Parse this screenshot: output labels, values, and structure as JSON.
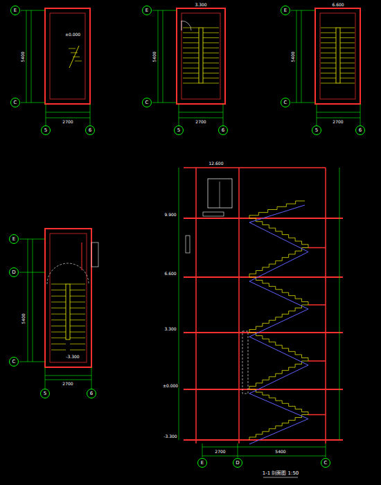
{
  "diagram": {
    "caption": "1-1 剖面图 1:50",
    "nodes": [
      {
        "text": [
          "E"
        ]
      },
      {
        "text": [
          "C"
        ]
      },
      {
        "text": [
          "5"
        ]
      },
      {
        "text": [
          "6"
        ]
      },
      {
        "text": [
          "E"
        ]
      },
      {
        "text": [
          "C"
        ]
      },
      {
        "text": [
          "5"
        ]
      },
      {
        "text": [
          "6"
        ]
      },
      {
        "text": [
          "E"
        ]
      },
      {
        "text": [
          "C"
        ]
      },
      {
        "text": [
          "5"
        ]
      },
      {
        "text": [
          "6"
        ]
      },
      {
        "text": [
          "E"
        ]
      },
      {
        "text": [
          "D"
        ]
      },
      {
        "text": [
          "C"
        ]
      },
      {
        "text": [
          "5"
        ]
      },
      {
        "text": [
          "6"
        ]
      },
      {
        "text": [
          "E"
        ]
      },
      {
        "text": [
          "D"
        ]
      },
      {
        "text": [
          "C"
        ]
      }
    ],
    "labels": [
      "2700",
      "5400",
      "±0.000",
      "2700",
      "5400",
      "3.300",
      "2700",
      "5400",
      "6.600",
      "2700",
      "5400",
      "-3.300",
      "12.600",
      "9.900",
      "6.600",
      "3.300",
      "±0.000",
      "-3.300",
      "2700",
      "5400"
    ]
  }
}
